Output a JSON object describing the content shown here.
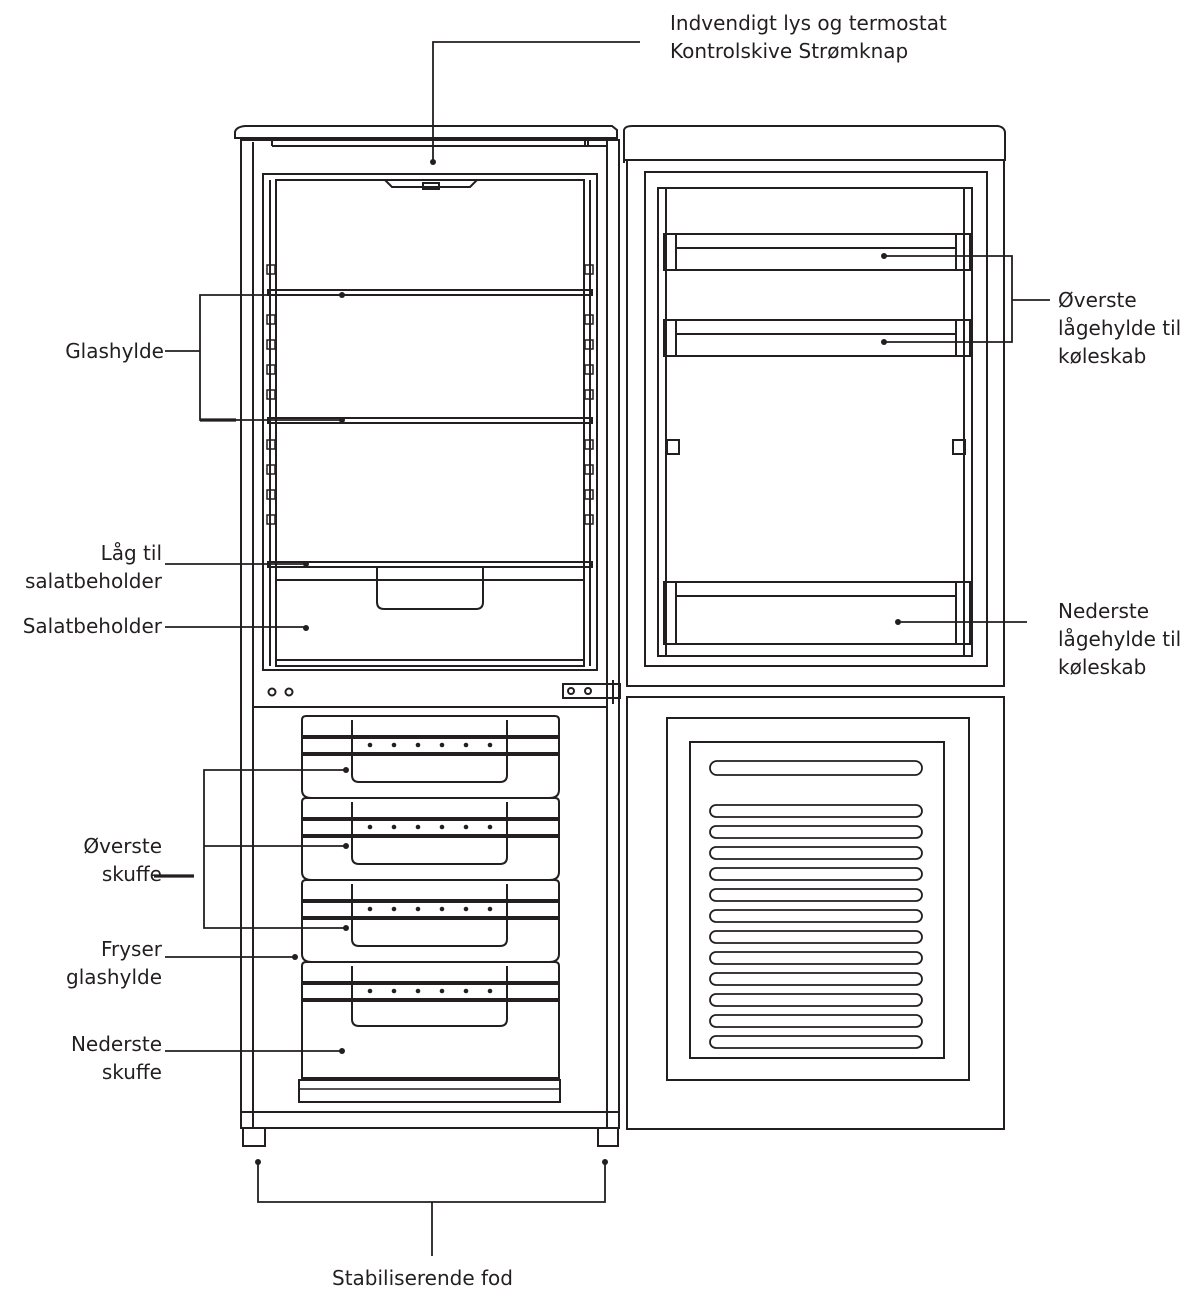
{
  "labels": {
    "top_line1": "Indvendigt lys og termostat",
    "top_line2": "Kontrolskive Strømknap",
    "glass_shelf": "Glashylde",
    "crisper_lid_line1": "Låg til",
    "crisper_lid_line2": "salatbeholder",
    "crisper": "Salatbeholder",
    "upper_drawer_line1": "Øverste",
    "upper_drawer_line2": "skuffe",
    "freezer_shelf_line1": "Fryser",
    "freezer_shelf_line2": "glashylde",
    "lower_drawer_line1": "Nederste",
    "lower_drawer_line2": "skuffe",
    "upper_door_shelf_line1": "Øverste",
    "upper_door_shelf_line2": "lågehylde til",
    "upper_door_shelf_line3": "køleskab",
    "lower_door_shelf_line1": "Nederste",
    "lower_door_shelf_line2": "lågehylde til",
    "lower_door_shelf_line3": "køleskab",
    "feet": "Stabiliserende fod"
  },
  "colors": {
    "line": "#231f20",
    "background": "#ffffff"
  }
}
